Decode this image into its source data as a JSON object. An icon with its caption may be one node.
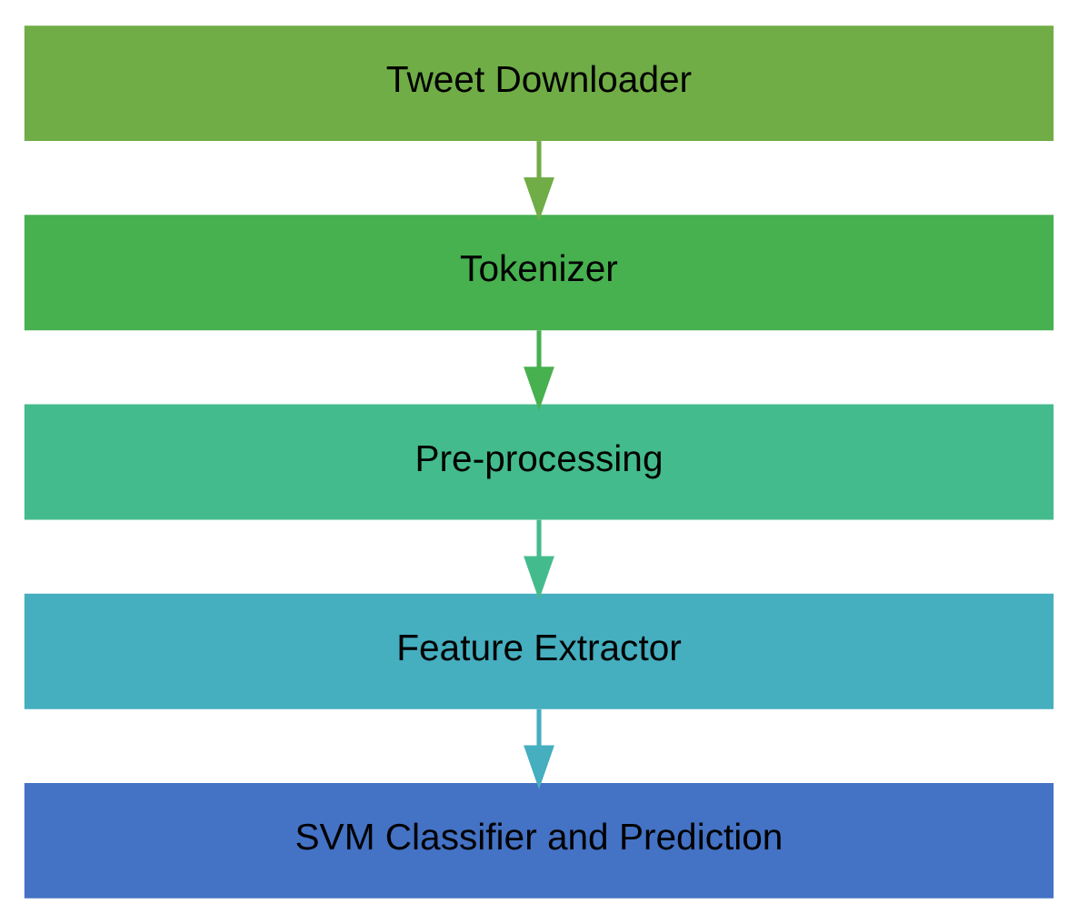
{
  "diagram": {
    "nodes": [
      {
        "text": [
          "Tweet Downloader"
        ]
      },
      {
        "text": [
          "Tokenizer"
        ]
      },
      {
        "text": [
          "Pre-processing"
        ]
      },
      {
        "text": [
          "Feature Extractor"
        ]
      },
      {
        "text": [
          "SVM Classifier and Prediction"
        ]
      }
    ],
    "edges": [
      {
        "from": 0,
        "to": 1,
        "arrow": "to",
        "color": "#70ad47"
      },
      {
        "from": 1,
        "to": 2,
        "arrow": "to",
        "color": "#47b04f"
      },
      {
        "from": 2,
        "to": 3,
        "arrow": "to",
        "color": "#44bb8c"
      },
      {
        "from": 3,
        "to": 4,
        "arrow": "to",
        "color": "#45aebf"
      }
    ]
  }
}
